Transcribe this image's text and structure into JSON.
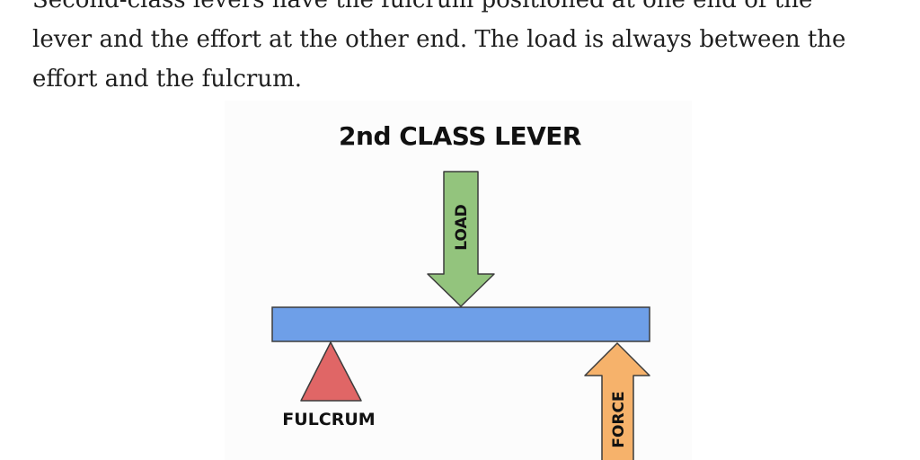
{
  "article": {
    "paragraph": "Second-class levers have the fulcrum positioned at one end of the lever and the effort at the other end. The load is always between the effort and the fulcrum."
  },
  "diagram": {
    "title": "2nd CLASS LEVER",
    "load_label": "LOAD",
    "force_label": "FORCE",
    "fulcrum_label": "FULCRUM",
    "colors": {
      "lever_bar": "#6e9fe8",
      "load_arrow": "#93c47d",
      "force_arrow": "#f6b26b",
      "fulcrum": "#e06666",
      "outline": "#3c3c3c"
    }
  }
}
